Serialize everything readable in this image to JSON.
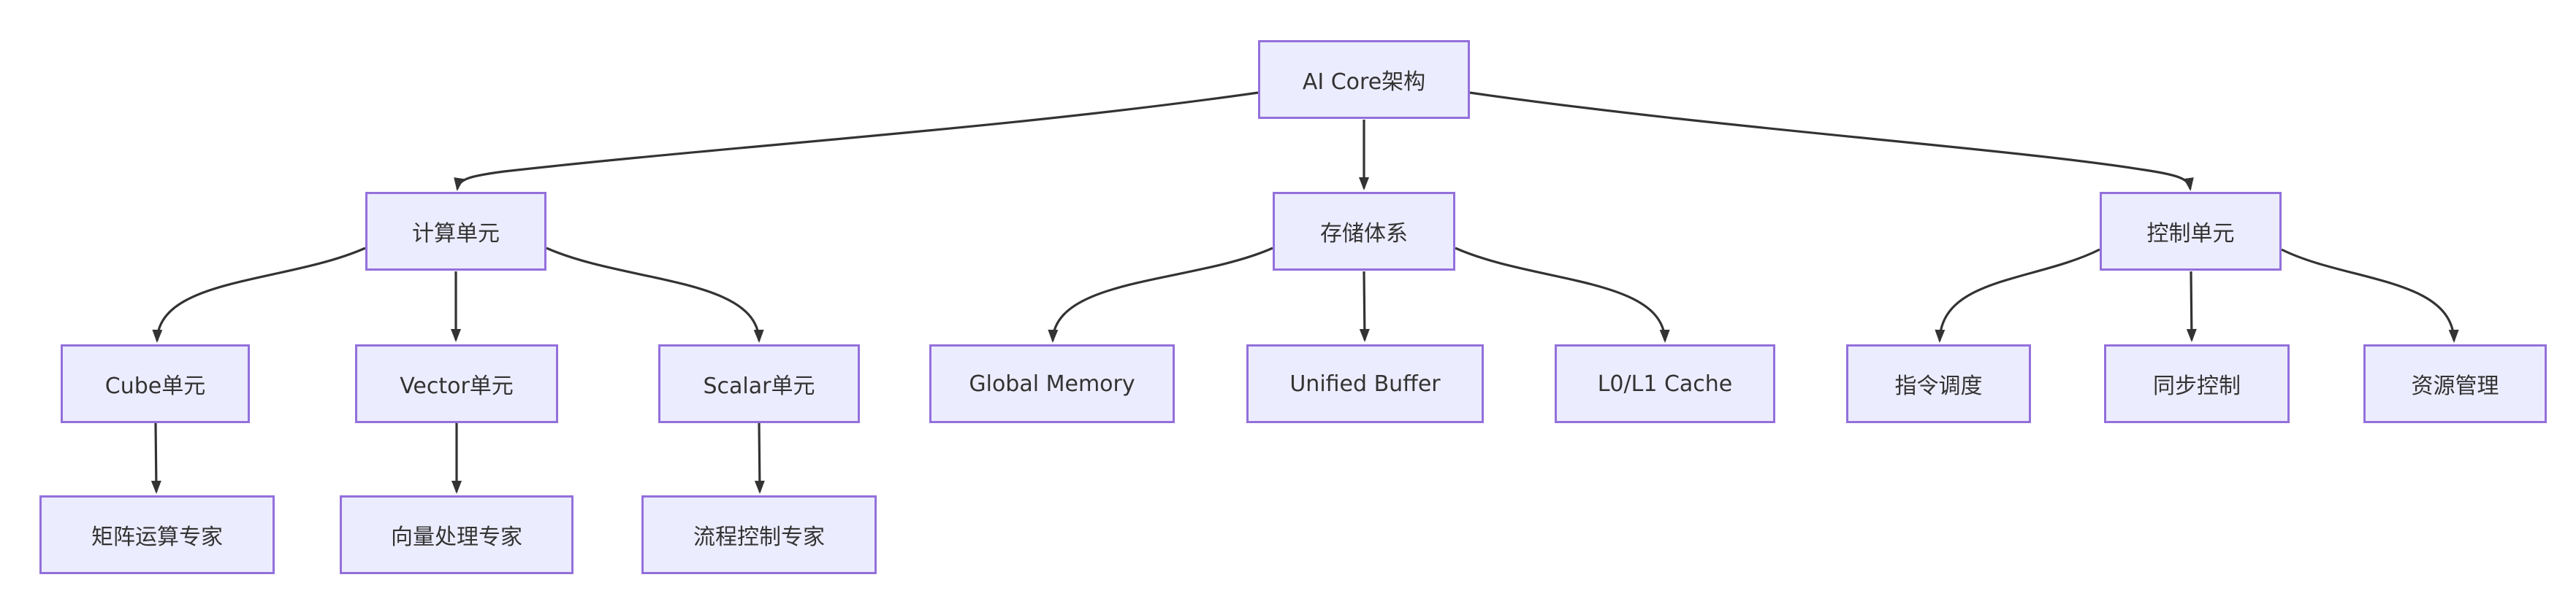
{
  "diagram": {
    "type": "flowchart",
    "direction": "top-down",
    "colors": {
      "node_fill": "#ECECFF",
      "node_border": "#9370DB",
      "edge_line": "#333333",
      "text": "#333333",
      "background": "#FFFFFF"
    },
    "nodes": {
      "root": {
        "label": "AI Core架构"
      },
      "compute": {
        "label": "计算单元"
      },
      "storage": {
        "label": "存储体系"
      },
      "control": {
        "label": "控制单元"
      },
      "cube": {
        "label": "Cube单元"
      },
      "vector": {
        "label": "Vector单元"
      },
      "scalar": {
        "label": "Scalar单元"
      },
      "global_memory": {
        "label": "Global Memory"
      },
      "unified_buffer": {
        "label": "Unified Buffer"
      },
      "l0_l1_cache": {
        "label": "L0/L1 Cache"
      },
      "instruction_scheduling": {
        "label": "指令调度"
      },
      "sync_control": {
        "label": "同步控制"
      },
      "resource_management": {
        "label": "资源管理"
      },
      "matrix_expert": {
        "label": "矩阵运算专家"
      },
      "vector_expert": {
        "label": "向量处理专家"
      },
      "flow_expert": {
        "label": "流程控制专家"
      }
    },
    "edges": [
      {
        "from": "root",
        "to": "compute"
      },
      {
        "from": "root",
        "to": "storage"
      },
      {
        "from": "root",
        "to": "control"
      },
      {
        "from": "compute",
        "to": "cube"
      },
      {
        "from": "compute",
        "to": "vector"
      },
      {
        "from": "compute",
        "to": "scalar"
      },
      {
        "from": "storage",
        "to": "global_memory"
      },
      {
        "from": "storage",
        "to": "unified_buffer"
      },
      {
        "from": "storage",
        "to": "l0_l1_cache"
      },
      {
        "from": "control",
        "to": "instruction_scheduling"
      },
      {
        "from": "control",
        "to": "sync_control"
      },
      {
        "from": "control",
        "to": "resource_management"
      },
      {
        "from": "cube",
        "to": "matrix_expert"
      },
      {
        "from": "vector",
        "to": "vector_expert"
      },
      {
        "from": "scalar",
        "to": "flow_expert"
      }
    ]
  }
}
